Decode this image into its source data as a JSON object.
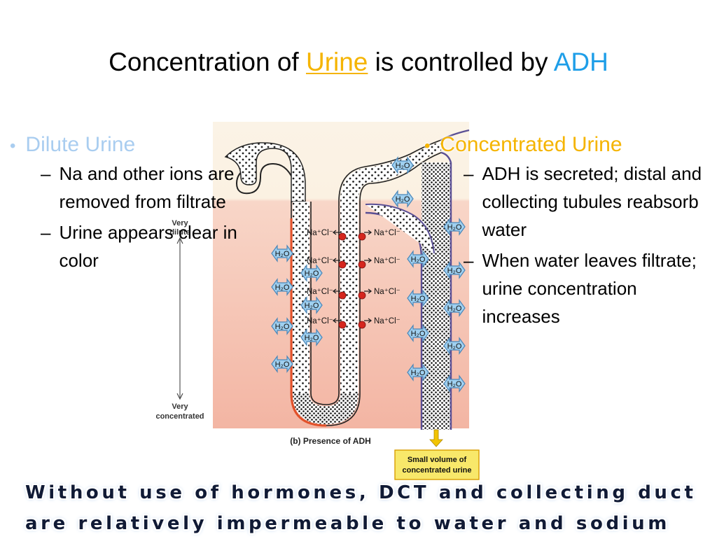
{
  "title": {
    "part1": "Concentration of ",
    "urine": "Urine",
    "part2": " is controlled by ",
    "adh": "ADH"
  },
  "left": {
    "heading": "Dilute Urine",
    "items": [
      "Na and other ions are removed from filtrate",
      "Urine appears clear in color"
    ]
  },
  "right": {
    "heading": "Concentrated Urine",
    "items": [
      "ADH is secreted; distal and collecting tubules reabsorb water",
      "When water leaves filtrate; urine concentration increases"
    ]
  },
  "diagram": {
    "very_dilute": [
      "Very",
      "dilute"
    ],
    "very_concentrated": [
      "Very",
      "concentrated"
    ],
    "h2o": "H₂O",
    "nacl": "Na⁺Cl⁻",
    "caption": "(b) Presence of ADH",
    "output_box": [
      "Small volume of",
      "concentrated urine"
    ],
    "colors": {
      "gradient_top": "#fbf1e2",
      "gradient_bottom": "#f3b5a3",
      "arrow_fill": "#9fd0f0",
      "tubule_edge": "#e2512a",
      "duct_edge": "#5a4f95",
      "output_box": "#f8e86a"
    }
  },
  "footer": {
    "line1": "Without use of hormones, DCT and collecting duct",
    "line2": "are relatively impermeable to water and sodium"
  }
}
